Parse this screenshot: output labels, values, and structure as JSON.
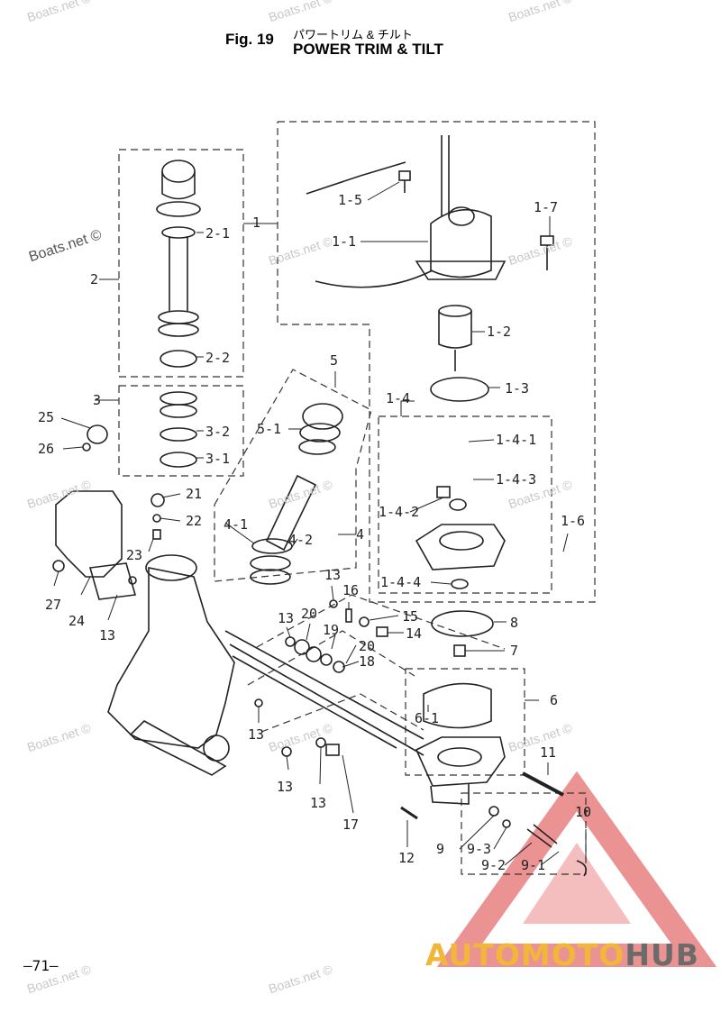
{
  "header": {
    "fig_label": "Fig. 19",
    "title_jp": "パワートリム & チルト",
    "title_en": "POWER TRIM & TILT"
  },
  "page_number": "–71–",
  "watermark": "Boats.net ©",
  "brand": {
    "part1": "AUTOMOTO",
    "part2": "HUB",
    "color1": "#f2b63a",
    "color2": "#6b6b6b",
    "logo_color": "#e04040"
  },
  "callouts": [
    {
      "id": "c1",
      "text": "1"
    },
    {
      "id": "c1-1",
      "text": "1-1"
    },
    {
      "id": "c1-2",
      "text": "1-2"
    },
    {
      "id": "c1-3",
      "text": "1-3"
    },
    {
      "id": "c1-4",
      "text": "1-4"
    },
    {
      "id": "c1-4-1",
      "text": "1-4-1"
    },
    {
      "id": "c1-4-2",
      "text": "1-4-2"
    },
    {
      "id": "c1-4-3",
      "text": "1-4-3"
    },
    {
      "id": "c1-4-4",
      "text": "1-4-4"
    },
    {
      "id": "c1-5",
      "text": "1-5"
    },
    {
      "id": "c1-6",
      "text": "1-6"
    },
    {
      "id": "c1-7",
      "text": "1-7"
    },
    {
      "id": "c2",
      "text": "2"
    },
    {
      "id": "c2-1",
      "text": "2-1"
    },
    {
      "id": "c2-2",
      "text": "2-2"
    },
    {
      "id": "c3",
      "text": "3"
    },
    {
      "id": "c3-1",
      "text": "3-1"
    },
    {
      "id": "c3-2",
      "text": "3-2"
    },
    {
      "id": "c4",
      "text": "4"
    },
    {
      "id": "c4-1",
      "text": "4-1"
    },
    {
      "id": "c4-2",
      "text": "4-2"
    },
    {
      "id": "c5",
      "text": "5"
    },
    {
      "id": "c5-1",
      "text": "5-1"
    },
    {
      "id": "c6",
      "text": "6"
    },
    {
      "id": "c6-1",
      "text": "6-1"
    },
    {
      "id": "c7",
      "text": "7"
    },
    {
      "id": "c8",
      "text": "8"
    },
    {
      "id": "c9",
      "text": "9"
    },
    {
      "id": "c9-1",
      "text": "9-1"
    },
    {
      "id": "c9-2",
      "text": "9-2"
    },
    {
      "id": "c9-3",
      "text": "9-3"
    },
    {
      "id": "c10",
      "text": "10"
    },
    {
      "id": "c11",
      "text": "11"
    },
    {
      "id": "c12",
      "text": "12"
    },
    {
      "id": "c13a",
      "text": "13"
    },
    {
      "id": "c13b",
      "text": "13"
    },
    {
      "id": "c13c",
      "text": "13"
    },
    {
      "id": "c13d",
      "text": "13"
    },
    {
      "id": "c13e",
      "text": "13"
    },
    {
      "id": "c13f",
      "text": "13"
    },
    {
      "id": "c14",
      "text": "14"
    },
    {
      "id": "c15",
      "text": "15"
    },
    {
      "id": "c16",
      "text": "16"
    },
    {
      "id": "c17",
      "text": "17"
    },
    {
      "id": "c18",
      "text": "18"
    },
    {
      "id": "c19",
      "text": "19"
    },
    {
      "id": "c20a",
      "text": "20"
    },
    {
      "id": "c20b",
      "text": "20"
    },
    {
      "id": "c21",
      "text": "21"
    },
    {
      "id": "c22",
      "text": "22"
    },
    {
      "id": "c23",
      "text": "23"
    },
    {
      "id": "c24",
      "text": "24"
    },
    {
      "id": "c25",
      "text": "25"
    },
    {
      "id": "c26",
      "text": "26"
    },
    {
      "id": "c27",
      "text": "27"
    }
  ]
}
